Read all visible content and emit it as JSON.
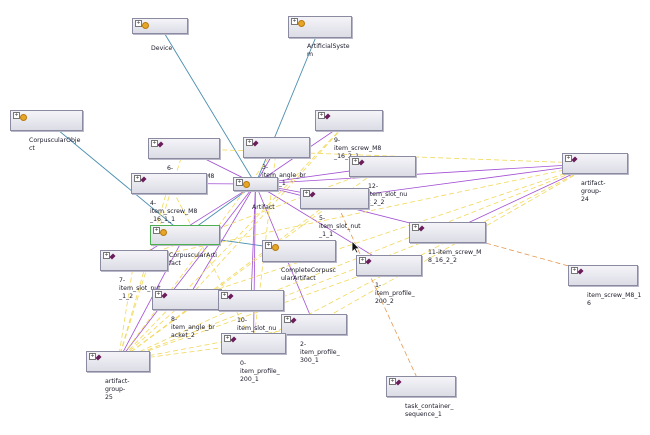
{
  "colors": {
    "subclass": "#4a8eb0",
    "type": "#a24fd3",
    "member": "#f2d85a",
    "relation": "#e59a52",
    "class_glyph": "#e8a627",
    "individual_glyph": "#6a1d5a"
  },
  "nodes": [
    {
      "id": "device",
      "kind": "class",
      "label": "Device"
    },
    {
      "id": "artificialsystem",
      "kind": "class",
      "label": "ArtificialSyste\nm"
    },
    {
      "id": "corpuscularobject",
      "kind": "class",
      "label": "CorpuscularObje\nct"
    },
    {
      "id": "screw_m8_16_2_1",
      "kind": "individual",
      "label": "9-item_screw_M8\n_16_2_1"
    },
    {
      "id": "screw_m8_16_1_2",
      "kind": "individual",
      "label": "6-item_screw_M8\n_16_1_2"
    },
    {
      "id": "angle_bracket_1",
      "kind": "individual",
      "label": "3-item_angle_br\nacket_1"
    },
    {
      "id": "slot_nut_2_2",
      "kind": "individual",
      "label": "12-item_slot_nu\nt_2_2"
    },
    {
      "id": "artifact_group_24",
      "kind": "individual",
      "label": "artifact-group-\n24"
    },
    {
      "id": "screw_m8_16_1_1",
      "kind": "individual",
      "label": "4-item_screw_M8\n_16_1_1"
    },
    {
      "id": "artifact",
      "kind": "class",
      "label": "Artifact"
    },
    {
      "id": "slot_nut_1_1",
      "kind": "individual",
      "label": "5-item_slot_nut\n_1_1"
    },
    {
      "id": "corpuscularartifact",
      "kind": "class",
      "label": "CorpuscularArti\nfact"
    },
    {
      "id": "screw_m8_16_2_2",
      "kind": "individual",
      "label": "11-item_screw_M\n8_16_2_2"
    },
    {
      "id": "completecorpuscularartifact",
      "kind": "class",
      "label": "CompleteCorpusc\nularArtifact"
    },
    {
      "id": "slot_nut_1_2",
      "kind": "individual",
      "label": "7-item_slot_nut\n_1_2"
    },
    {
      "id": "profile_200_2",
      "kind": "individual",
      "label": "1-item_profile_\n200_2"
    },
    {
      "id": "item_screw_m8_16",
      "kind": "individual",
      "label": "item_screw_M8_1\n6"
    },
    {
      "id": "angle_bracket_2",
      "kind": "individual",
      "label": "8-item_angle_br\nacket_2"
    },
    {
      "id": "slot_nut_2_1",
      "kind": "individual",
      "label": "10-item_slot_nu\nt_2_1"
    },
    {
      "id": "profile_300_1",
      "kind": "individual",
      "label": "2-item_profile_\n300_1"
    },
    {
      "id": "profile_200_1",
      "kind": "individual",
      "label": "0-item_profile_\n200_1"
    },
    {
      "id": "artifact_group_25",
      "kind": "individual",
      "label": "artifact-group-\n25"
    },
    {
      "id": "task_container_sequence_1",
      "kind": "individual",
      "label": "task_container_\nsequence_1"
    }
  ],
  "edges": [
    {
      "from": "artifact",
      "to": "device",
      "type": "subclass"
    },
    {
      "from": "artifact",
      "to": "artificialsystem",
      "type": "subclass"
    },
    {
      "from": "corpuscularartifact",
      "to": "corpuscularobject",
      "type": "subclass"
    },
    {
      "from": "corpuscularartifact",
      "to": "artifact",
      "type": "subclass"
    },
    {
      "from": "completecorpuscularartifact",
      "to": "corpuscularartifact",
      "type": "subclass"
    },
    {
      "from": "screw_m8_16_2_1",
      "to": "artifact",
      "type": "type"
    },
    {
      "from": "screw_m8_16_1_2",
      "to": "artifact",
      "type": "type"
    },
    {
      "from": "angle_bracket_1",
      "to": "artifact",
      "type": "type"
    },
    {
      "from": "slot_nut_2_2",
      "to": "artifact",
      "type": "type"
    },
    {
      "from": "artifact_group_24",
      "to": "artifact",
      "type": "type"
    },
    {
      "from": "screw_m8_16_1_1",
      "to": "artifact",
      "type": "type"
    },
    {
      "from": "slot_nut_1_1",
      "to": "artifact",
      "type": "type"
    },
    {
      "from": "screw_m8_16_2_2",
      "to": "artifact",
      "type": "type"
    },
    {
      "from": "slot_nut_1_2",
      "to": "artifact",
      "type": "type"
    },
    {
      "from": "profile_200_2",
      "to": "artifact",
      "type": "type"
    },
    {
      "from": "angle_bracket_2",
      "to": "artifact",
      "type": "type"
    },
    {
      "from": "slot_nut_2_1",
      "to": "artifact",
      "type": "type"
    },
    {
      "from": "profile_300_1",
      "to": "artifact",
      "type": "type"
    },
    {
      "from": "profile_200_1",
      "to": "artifact",
      "type": "type"
    },
    {
      "from": "artifact_group_25",
      "to": "artifact",
      "type": "type"
    },
    {
      "from": "artifact_group_24",
      "to": "slot_nut_1_1",
      "type": "type"
    },
    {
      "from": "artifact_group_24",
      "to": "screw_m8_16_2_2",
      "type": "type"
    },
    {
      "from": "artifact_group_25",
      "to": "corpuscularartifact",
      "type": "type"
    },
    {
      "from": "artifact_group_25",
      "to": "screw_m8_16_1_2",
      "type": "member"
    },
    {
      "from": "artifact_group_25",
      "to": "screw_m8_16_1_1",
      "type": "member"
    },
    {
      "from": "artifact_group_25",
      "to": "angle_bracket_1",
      "type": "member"
    },
    {
      "from": "artifact_group_25",
      "to": "screw_m8_16_2_1",
      "type": "member"
    },
    {
      "from": "artifact_group_25",
      "to": "slot_nut_2_2",
      "type": "member"
    },
    {
      "from": "artifact_group_25",
      "to": "slot_nut_1_1",
      "type": "member"
    },
    {
      "from": "artifact_group_25",
      "to": "slot_nut_1_2",
      "type": "member"
    },
    {
      "from": "artifact_group_25",
      "to": "angle_bracket_2",
      "type": "member"
    },
    {
      "from": "artifact_group_25",
      "to": "slot_nut_2_1",
      "type": "member"
    },
    {
      "from": "artifact_group_25",
      "to": "profile_200_1",
      "type": "member"
    },
    {
      "from": "artifact_group_25",
      "to": "profile_300_1",
      "type": "member"
    },
    {
      "from": "artifact_group_25",
      "to": "profile_200_2",
      "type": "member"
    },
    {
      "from": "artifact_group_25",
      "to": "screw_m8_16_2_2",
      "type": "member"
    },
    {
      "from": "artifact_group_24",
      "to": "screw_m8_16_1_2",
      "type": "member"
    },
    {
      "from": "artifact_group_24",
      "to": "slot_nut_2_1",
      "type": "member"
    },
    {
      "from": "artifact_group_24",
      "to": "profile_200_1",
      "type": "member"
    },
    {
      "from": "artifact_group_24",
      "to": "slot_nut_1_2",
      "type": "member"
    },
    {
      "from": "artifact_group_24",
      "to": "profile_300_1",
      "type": "member"
    },
    {
      "from": "artifact_group_24",
      "to": "angle_bracket_2",
      "type": "member"
    },
    {
      "from": "slot_nut_1_2",
      "to": "slot_nut_2_2",
      "type": "member"
    },
    {
      "from": "screw_m8_16_1_1",
      "to": "profile_200_1",
      "type": "member"
    },
    {
      "from": "angle_bracket_1",
      "to": "profile_200_1",
      "type": "member"
    },
    {
      "from": "screw_m8_16_2_1",
      "to": "angle_bracket_2",
      "type": "member"
    },
    {
      "from": "screw_m8_16_2_2",
      "to": "item_screw_m8_16",
      "type": "relation"
    },
    {
      "from": "slot_nut_1_1",
      "to": "task_container_sequence_1",
      "type": "relation"
    }
  ]
}
